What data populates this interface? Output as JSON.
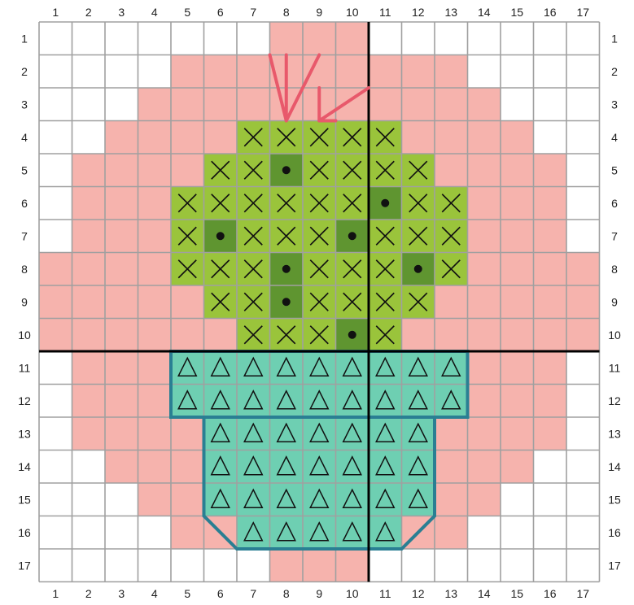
{
  "chart_data": {
    "type": "cross-stitch-pattern",
    "columns": 17,
    "rows": 17,
    "column_labels": [
      "1",
      "2",
      "3",
      "4",
      "5",
      "6",
      "7",
      "8",
      "9",
      "10",
      "11",
      "12",
      "13",
      "14",
      "15",
      "16",
      "17"
    ],
    "row_labels": [
      "1",
      "2",
      "3",
      "4",
      "5",
      "6",
      "7",
      "8",
      "9",
      "10",
      "11",
      "12",
      "13",
      "14",
      "15",
      "16",
      "17"
    ],
    "colors": {
      "background": "#f6b3ad",
      "empty": "#ffffff",
      "cactus": "#9ac43b",
      "cactus_dot": "#5f9530",
      "pot": "#6ecfb2",
      "pot_outline": "#2a7f93",
      "flower": "#e8596b",
      "grid": "#a0a0a0",
      "center_line": "#000000",
      "mark": "#111111"
    },
    "legend_symbols": {
      "cactus": "cross",
      "cactus_dot": "dot",
      "pot": "triangle"
    },
    "pattern_rows": [
      "EEEEEEEBBBEEEEEEE",
      "EEEEBBBBBBBBBEEEE",
      "EEEBBBBBBBBBBBEEE",
      "EEBBBBCCCCCBBBBEE",
      "EBBBBCCDCCCCBBBBE",
      "EBBBCCCCCCDCCBBBE",
      "EBBBCDCCCDCCCBBBE",
      "BBBBCCCDCCCDCBBBB",
      "BBBBBCCDCCCCBBBBB",
      "BBBBBBCCCDCBBBBBB",
      "EBBBPPPPPPPPPBBBE",
      "EBBBPPPPPPPPPBBBE",
      "EBBBBPPPPPPPBBBBE",
      "EEBBBPPPPPPPBBBEE",
      "EEEBBPPPPPPPBBEEE",
      "EEEEBBPPPPPBBEEEE",
      "EEEEEEEBBBEEEEEEE"
    ]
  }
}
